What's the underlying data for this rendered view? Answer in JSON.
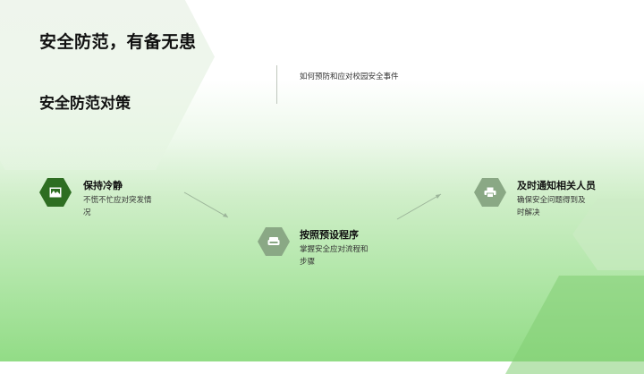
{
  "slide": {
    "title": "安全防范，有备无患",
    "subtitle": "安全防范对策",
    "caption": "如何预防和应对校园安全事件"
  },
  "colors": {
    "step1_icon_bg": "#2e6e22",
    "step2_icon_bg": "#8aa885",
    "step3_icon_bg": "#8aa885",
    "background_bottom": "#92dc86"
  },
  "steps": [
    {
      "title": "保持冷静",
      "desc": "不慌不忙应对突发情况",
      "icon": "image-icon"
    },
    {
      "title": "按照预设程序",
      "desc": "掌握安全应对流程和步骤",
      "icon": "sofa-icon"
    },
    {
      "title": "及时通知相关人员",
      "desc": "确保安全问题得到及时解决",
      "icon": "printer-icon"
    }
  ]
}
